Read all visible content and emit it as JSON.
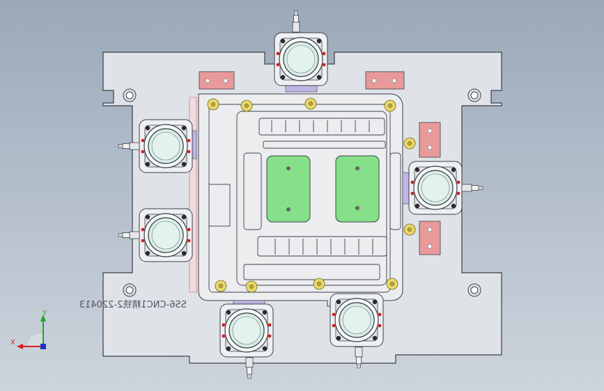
{
  "viewport": {
    "background": "#b2bdca",
    "plate_color": "#dfe3e8",
    "fixture_color": "#ecedef",
    "edge_color": "#3a3f47"
  },
  "engraving": {
    "text": "SS6-CNC1精铣2-220413"
  },
  "triad": {
    "x_label": "X",
    "y_label": "Y",
    "x_color": "#d42020",
    "y_color": "#1fa82a",
    "z_color": "#2030d0"
  },
  "parts": {
    "green_pad_color": "#86e08a",
    "cylinder_color": "#d9ece6",
    "bracket_color": "#e89a9a",
    "locator_color": "#e9d86a",
    "spacer_color": "#bfb6e6"
  }
}
